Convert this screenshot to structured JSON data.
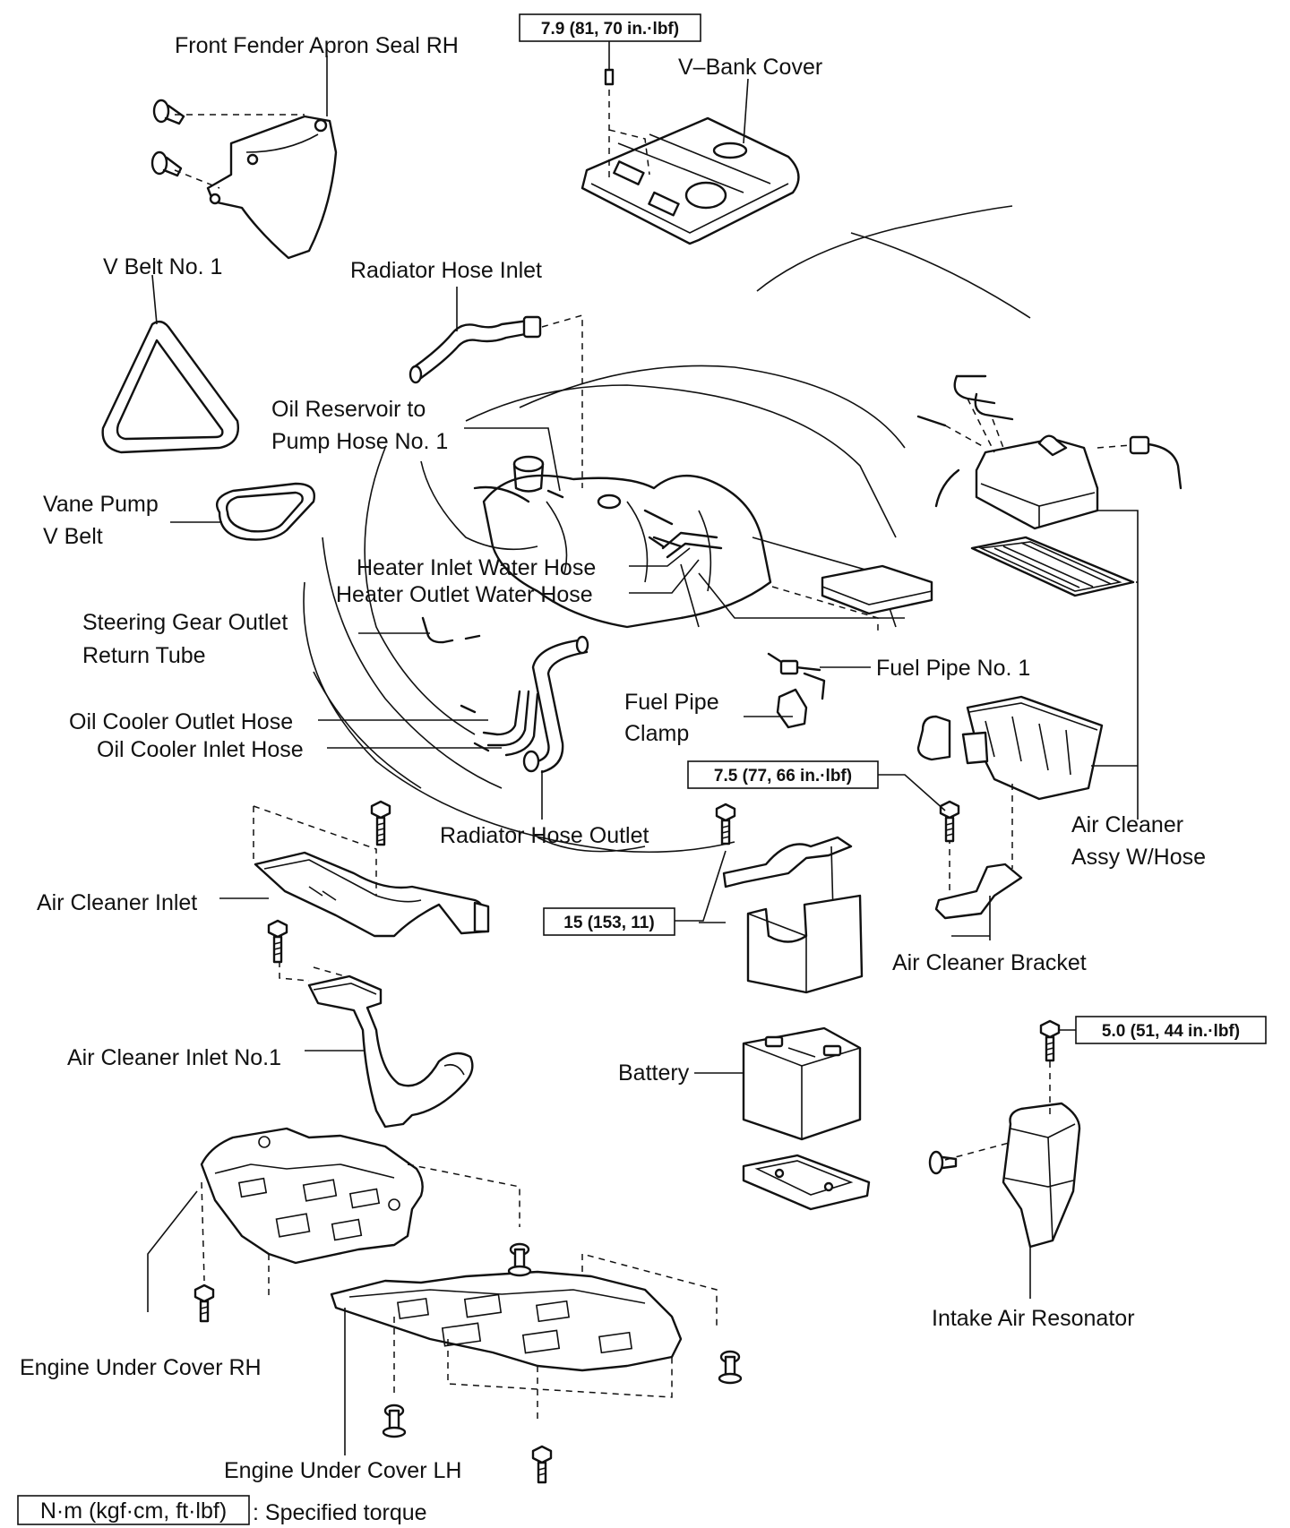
{
  "labels": {
    "front_fender_apron_seal": "Front Fender Apron Seal RH",
    "v_bank_cover": "V–Bank Cover",
    "v_belt_no1": "V Belt No. 1",
    "radiator_hose_inlet": "Radiator Hose Inlet",
    "oil_reservoir_1": "Oil Reservoir to",
    "oil_reservoir_2": "Pump Hose No. 1",
    "vane_pump_1": "Vane Pump",
    "vane_pump_2": "V Belt",
    "heater_inlet": "Heater Inlet Water Hose",
    "heater_outlet": "Heater Outlet Water Hose",
    "steering_gear_1": "Steering Gear Outlet",
    "steering_gear_2": "Return Tube",
    "fuel_pipe_no1": "Fuel Pipe No. 1",
    "fuel_pipe_clamp_1": "Fuel Pipe",
    "fuel_pipe_clamp_2": "Clamp",
    "oil_cooler_outlet": "Oil Cooler Outlet Hose",
    "oil_cooler_inlet": "Oil Cooler Inlet Hose",
    "radiator_hose_outlet": "Radiator Hose Outlet",
    "air_cleaner_assy_1": "Air Cleaner",
    "air_cleaner_assy_2": "Assy W/Hose",
    "air_cleaner_inlet": "Air Cleaner Inlet",
    "air_cleaner_bracket": "Air Cleaner Bracket",
    "air_cleaner_inlet_no1": "Air Cleaner Inlet No.1",
    "battery": "Battery",
    "intake_air_resonator": "Intake Air Resonator",
    "engine_under_cover_rh": "Engine Under Cover RH",
    "engine_under_cover_lh": "Engine Under Cover LH"
  },
  "torques": {
    "v_bank": "7.9 (81, 70 in.·lbf)",
    "bracket": "7.5 (77, 66 in.·lbf)",
    "battery_clamp": "15 (153, 11)",
    "resonator": "5.0 (51, 44 in.·lbf)"
  },
  "legend": {
    "unit": "N·m (kgf·cm, ft·lbf)",
    "text": ": Specified torque"
  }
}
